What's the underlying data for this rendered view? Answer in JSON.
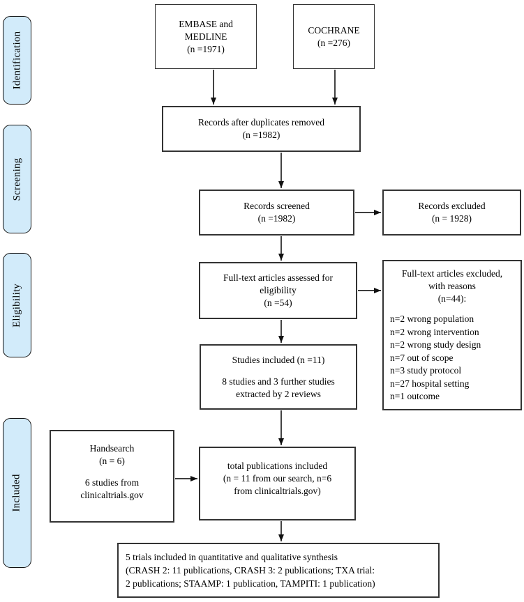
{
  "colors": {
    "stage_fill": "#d2ebfa",
    "box_border": "#333333",
    "arrow": "#222222"
  },
  "sidebar": {
    "stages": [
      {
        "label": "Identification"
      },
      {
        "label": "Screening"
      },
      {
        "label": "Eligibility"
      },
      {
        "label": "Included"
      }
    ]
  },
  "boxes": {
    "embase": {
      "lines": [
        "EMBASE and",
        "MEDLINE",
        "(n =1971)"
      ]
    },
    "cochrane": {
      "lines": [
        "COCHRANE",
        "(n =276)"
      ]
    },
    "duplicates": {
      "lines": [
        "Records after duplicates removed",
        "(n =1982)"
      ]
    },
    "screened": {
      "lines": [
        "Records screened",
        "(n =1982)"
      ]
    },
    "excluded": {
      "lines": [
        "Records excluded",
        "(n = 1928)"
      ]
    },
    "fulltext": {
      "lines": [
        "Full-text articles assessed for",
        "eligibility",
        "(n =54)"
      ]
    },
    "ftexcluded": {
      "heading": [
        "Full-text articles excluded,",
        "with reasons",
        "(n=44):"
      ],
      "reasons": [
        "n=2 wrong population",
        "n=2 wrong intervention",
        "n=2 wrong study design",
        "n=7 out of scope",
        "n=3 study protocol",
        "n=27 hospital setting",
        "n=1 outcome"
      ]
    },
    "studies": {
      "heading": "Studies included (n =11)",
      "lines": [
        "8 studies and 3 further studies",
        "extracted by 2 reviews"
      ]
    },
    "handsearch": {
      "heading": [
        "Handsearch",
        "(n = 6)"
      ],
      "lines": [
        "6 studies from",
        "clinicaltrials.gov"
      ]
    },
    "totalpub": {
      "lines": [
        "total publications included",
        "(n = 11 from our search, n=6",
        "from clinicaltrials.gov)"
      ]
    },
    "bottom": {
      "lines": [
        "5 trials included in quantitative and qualitative synthesis",
        "(CRASH 2: 11 publications, CRASH 3: 2 publications; TXA trial:",
        "2 publications; STAAMP: 1 publication, TAMPITI: 1 publication)"
      ]
    }
  }
}
